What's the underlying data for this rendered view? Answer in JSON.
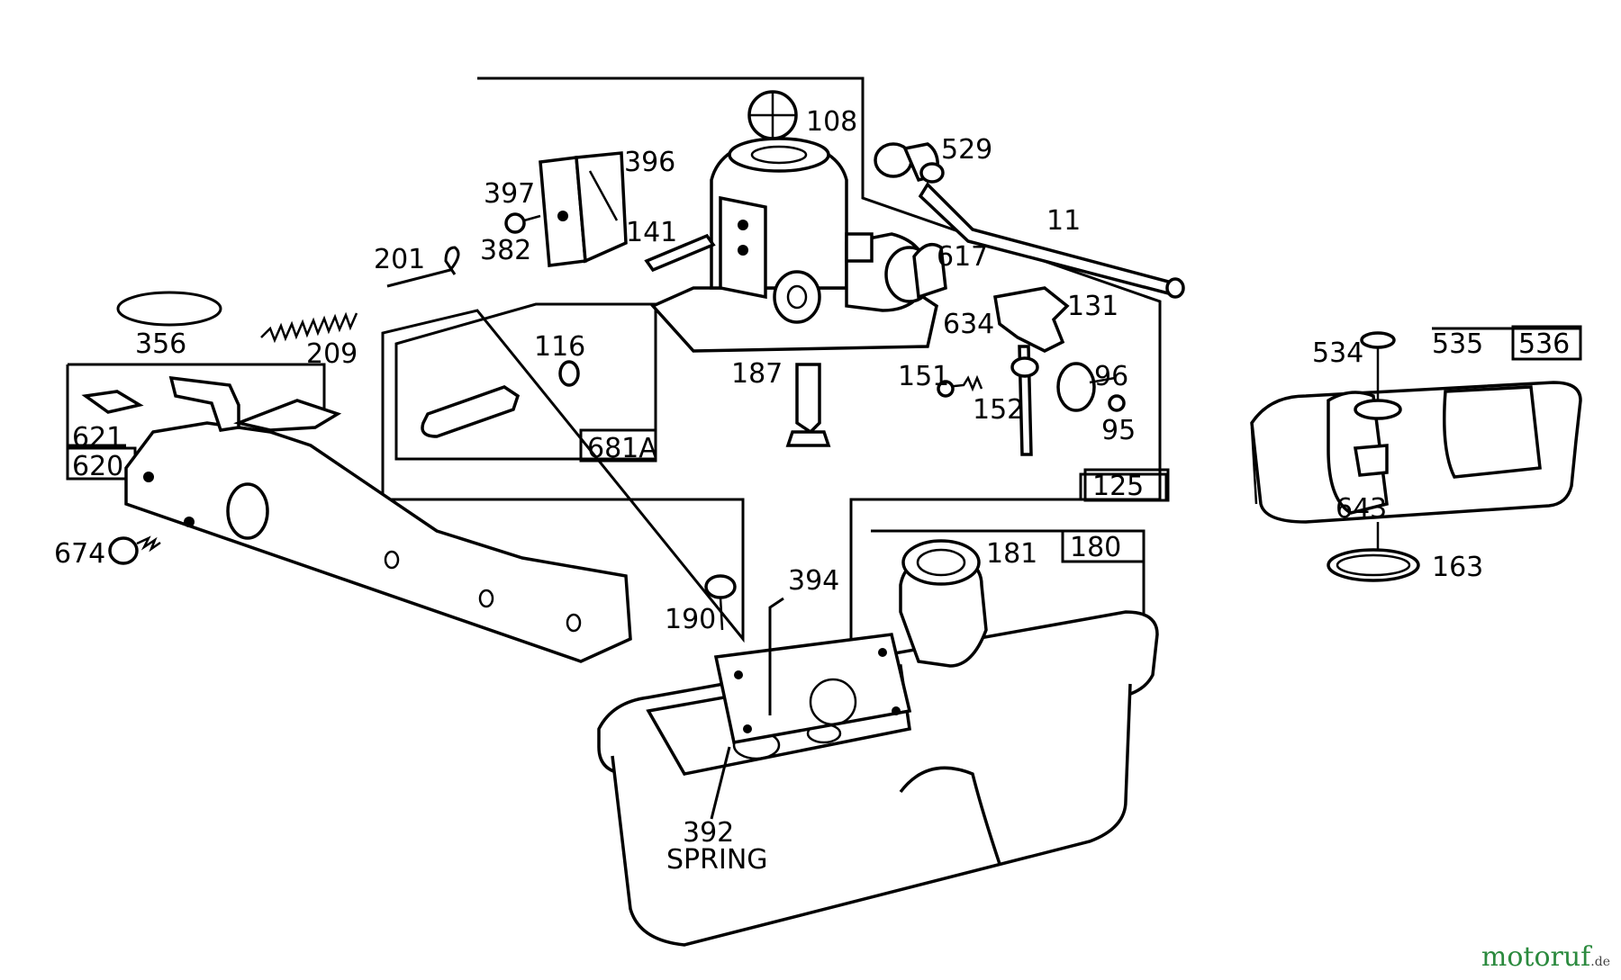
{
  "labels": {
    "p108": "108",
    "p396": "396",
    "p397": "397",
    "p529": "529",
    "p11": "11",
    "p141": "141",
    "p382": "382",
    "p201": "201",
    "p617": "617",
    "p131": "131",
    "p634": "634",
    "p356": "356",
    "p209": "209",
    "p116": "116",
    "p187": "187",
    "p151": "151",
    "p96": "96",
    "p152": "152",
    "p95": "95",
    "p621": "621",
    "p620": "620",
    "p681a": "681A",
    "p125": "125",
    "p674": "674",
    "p181": "181",
    "p180": "180",
    "p394": "394",
    "p190": "190",
    "p392": "392",
    "spring": "SPRING",
    "p534": "534",
    "p535": "535",
    "p536": "536",
    "p643": "643",
    "p163": "163"
  },
  "watermark": {
    "name": "motoruf",
    "tld": ".de"
  }
}
